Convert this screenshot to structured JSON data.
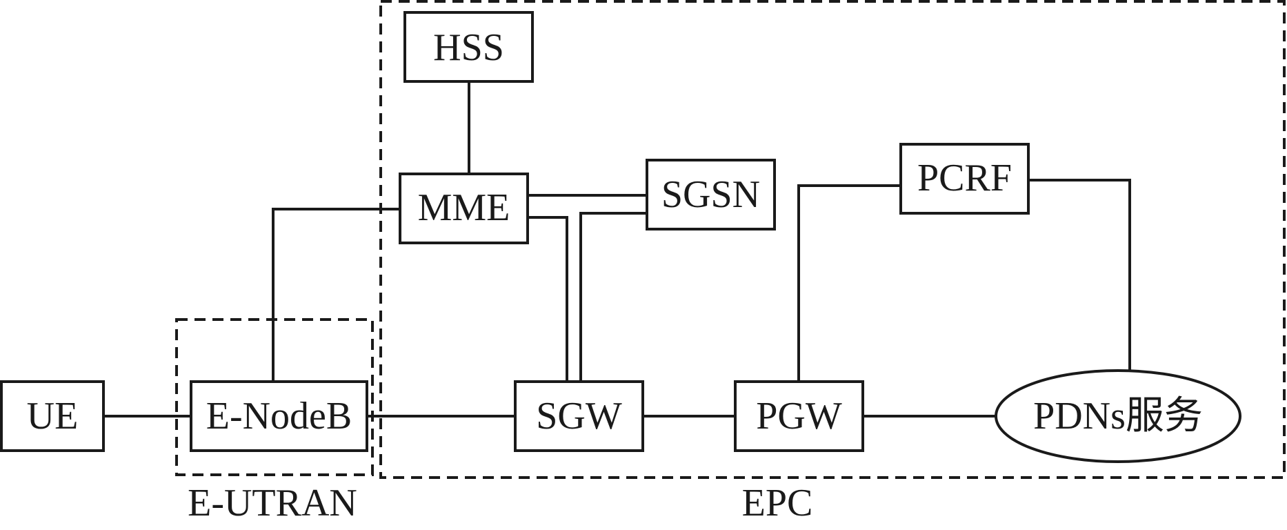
{
  "regions": {
    "epc": "EPC",
    "eutran": "E-UTRAN"
  },
  "nodes": {
    "hss": "HSS",
    "mme": "MME",
    "sgsn": "SGSN",
    "pcrf": "PCRF",
    "ue": "UE",
    "enodeb": "E-NodeB",
    "sgw": "SGW",
    "pgw": "PGW",
    "pdns": "PDNs服务"
  },
  "colors": {
    "stroke": "#1a1a1a",
    "background": "#ffffff"
  }
}
